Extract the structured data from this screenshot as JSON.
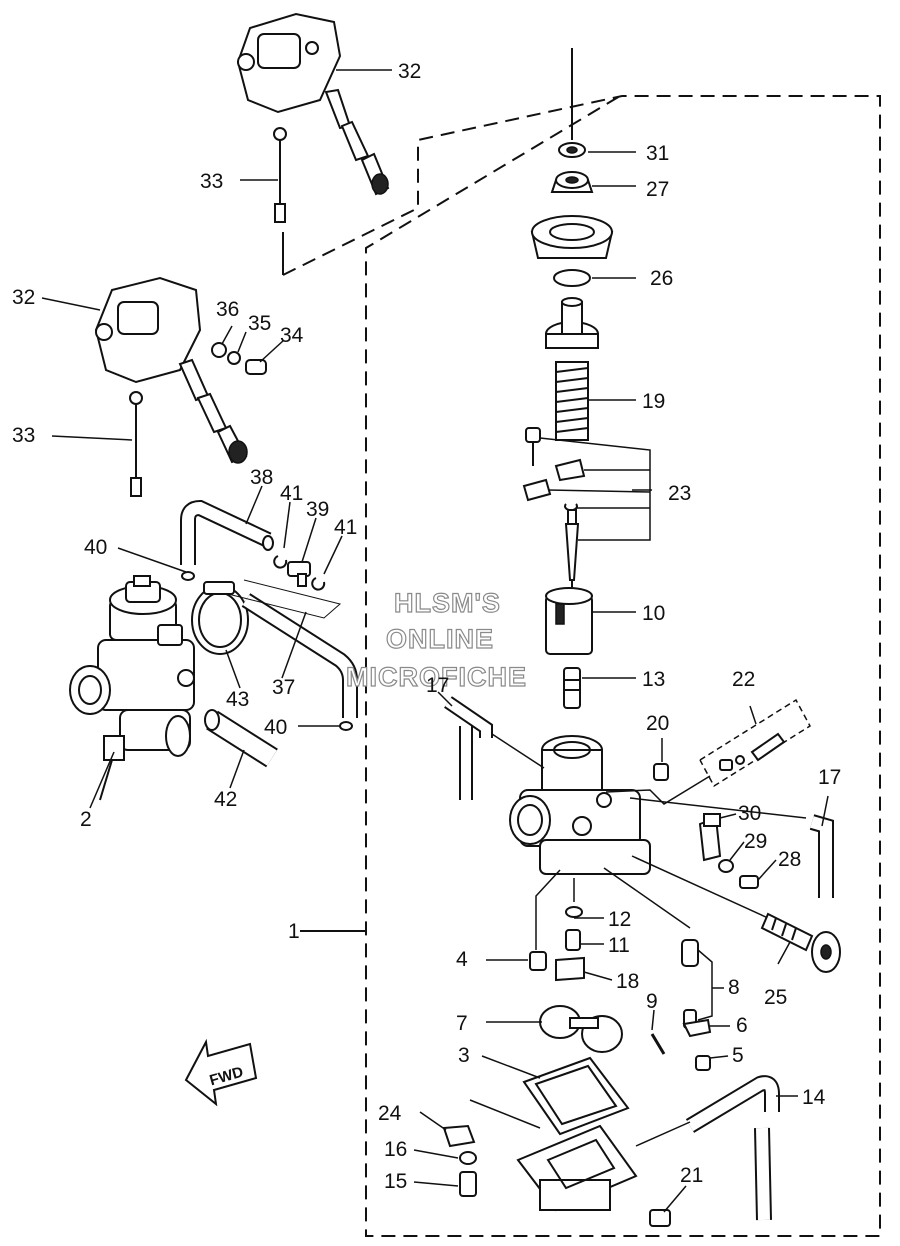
{
  "watermark": {
    "line1": "HLSM'S",
    "line2": "ONLINE",
    "line3": "MICROFICHE"
  },
  "fwd_label": "FWD",
  "callouts": {
    "c1": "1",
    "c2": "2",
    "c3": "3",
    "c4": "4",
    "c5": "5",
    "c6": "6",
    "c7": "7",
    "c8": "8",
    "c9": "9",
    "c10": "10",
    "c11": "11",
    "c12": "12",
    "c13": "13",
    "c14": "14",
    "c15": "15",
    "c16": "16",
    "c17a": "17",
    "c17b": "17",
    "c18": "18",
    "c19": "19",
    "c20": "20",
    "c21": "21",
    "c22": "22",
    "c23": "23",
    "c24": "24",
    "c25": "25",
    "c26": "26",
    "c27": "27",
    "c28": "28",
    "c29": "29",
    "c30": "30",
    "c31": "31",
    "c32a": "32",
    "c32b": "32",
    "c33a": "33",
    "c33b": "33",
    "c34": "34",
    "c35": "35",
    "c36": "36",
    "c37": "37",
    "c38": "38",
    "c39": "39",
    "c40a": "40",
    "c40b": "40",
    "c41a": "41",
    "c41b": "41",
    "c42": "42",
    "c43": "43"
  }
}
